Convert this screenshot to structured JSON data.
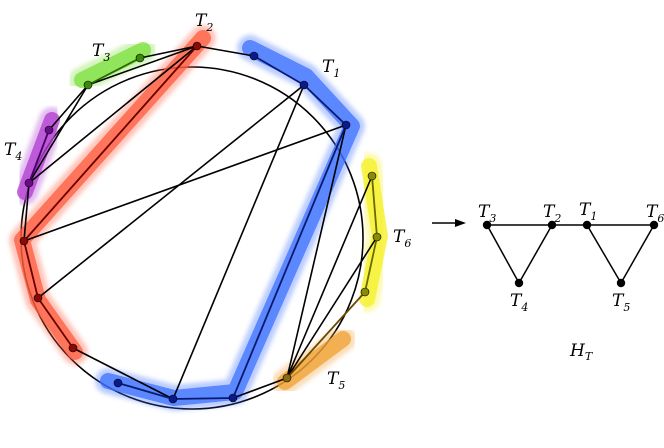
{
  "left_graph": {
    "labels": [
      {
        "id": "T2",
        "main": "T",
        "sub": "2"
      },
      {
        "id": "T3",
        "main": "T",
        "sub": "3"
      },
      {
        "id": "T1",
        "main": "T",
        "sub": "1"
      },
      {
        "id": "T4",
        "main": "T",
        "sub": "4"
      },
      {
        "id": "T6",
        "main": "T",
        "sub": "6"
      },
      {
        "id": "T5",
        "main": "T",
        "sub": "5"
      }
    ],
    "trail_colors": {
      "T1": "#3b6fff",
      "T2": "#ff5a3c",
      "T3": "#7ae03a",
      "T4": "#b03ad0",
      "T5": "#f0a030",
      "T6": "#f5f020"
    },
    "node_colors": {
      "T1": "#0a1a8a",
      "T2": "#8a0a0a",
      "T3": "#3a8a0a",
      "T4": "#6a0a8a",
      "T5": "#8a6a0a",
      "T6": "#8a8a0a"
    }
  },
  "right_graph": {
    "node_labels": [
      {
        "id": "T3",
        "main": "T",
        "sub": "3"
      },
      {
        "id": "T2",
        "main": "T",
        "sub": "2"
      },
      {
        "id": "T1",
        "main": "T",
        "sub": "1"
      },
      {
        "id": "T6",
        "main": "T",
        "sub": "6"
      },
      {
        "id": "T4",
        "main": "T",
        "sub": "4"
      },
      {
        "id": "T5",
        "main": "T",
        "sub": "5"
      }
    ],
    "caption": {
      "main": "H",
      "sub": "T"
    }
  }
}
